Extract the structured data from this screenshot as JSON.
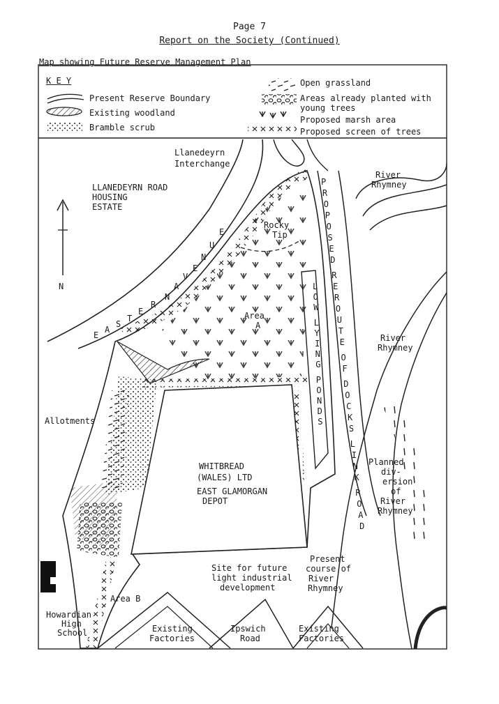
{
  "page": {
    "number": "Page 7",
    "title": "Report on the Society (Continued)",
    "map_heading": "Map showing Future Reserve Management Plan"
  },
  "key": {
    "title": "K E Y",
    "items": [
      {
        "symbol": "boundary-symbol",
        "label": "Present Reserve Boundary"
      },
      {
        "symbol": "woodland-symbol",
        "label": "Existing woodland"
      },
      {
        "symbol": "bramble-symbol",
        "label": "Bramble scrub"
      },
      {
        "symbol": "grassland-symbol",
        "label": "Open grassland"
      },
      {
        "symbol": "planted-trees-symbol",
        "label": "Areas already planted with",
        "label2": "young trees"
      },
      {
        "symbol": "marsh-symbol",
        "label": "Proposed marsh area"
      },
      {
        "symbol": "screen-trees-symbol",
        "label": "Proposed screen of trees"
      }
    ]
  },
  "map": {
    "labels": {
      "interchange_1": "Llanedeyrn",
      "interchange_2": "Interchange",
      "housing_1": "LLANEDEYRN ROAD",
      "housing_2": "HOUSING",
      "housing_3": "ESTATE",
      "north": "N",
      "rocky_1": "Rocky",
      "rocky_2": "Tip",
      "area_a_1": "Area",
      "area_a_2": "A",
      "allotments": "Allotments",
      "whitbread_1": "WHITBREAD",
      "whitbread_2": "(WALES) LTD",
      "whitbread_3": "EAST GLAMORGAN",
      "whitbread_4": "DEPOT",
      "river_top_1": "River",
      "river_top_2": "Rhymney",
      "river_mid_1": "River",
      "river_mid_2": "Rhymney",
      "planned_1": "Planned",
      "planned_2": "div-",
      "planned_3": "ersion",
      "planned_4": "of",
      "planned_5": "River",
      "planned_6": "Rhymney",
      "present_1": "Present",
      "present_2": "course of",
      "present_3": "River",
      "present_4": "Rhymney",
      "site_1": "Site for future",
      "site_2": "light industrial",
      "site_3": "development",
      "area_b": "Area B",
      "school_1": "Howardian",
      "school_2": "High",
      "school_3": "School",
      "factories_left_1": "Existing",
      "factories_left_2": "Factories",
      "ipswich_1": "Ipswich",
      "ipswich_2": "Road",
      "factories_right_1": "Existing",
      "factories_right_2": "Factories"
    },
    "vertical_labels": {
      "eastern_avenue": [
        "E",
        "A",
        "S",
        "T",
        "E",
        "R",
        "N",
        "A",
        "V",
        "E",
        "N",
        "U",
        "E"
      ],
      "proposed_reroute": [
        "P",
        "R",
        "O",
        "P",
        "O",
        "S",
        "E",
        "D",
        "R",
        "E",
        "R",
        "O",
        "U",
        "T",
        "E",
        "O",
        "F",
        "D",
        "O",
        "C",
        "K",
        "S",
        "L",
        "I",
        "N",
        "K",
        "R",
        "O",
        "A",
        "D"
      ],
      "low_lying_ponds": [
        "L",
        "O",
        "W",
        "L",
        "Y",
        "I",
        "N",
        "G",
        "P",
        "O",
        "N",
        "D",
        "S"
      ]
    }
  }
}
